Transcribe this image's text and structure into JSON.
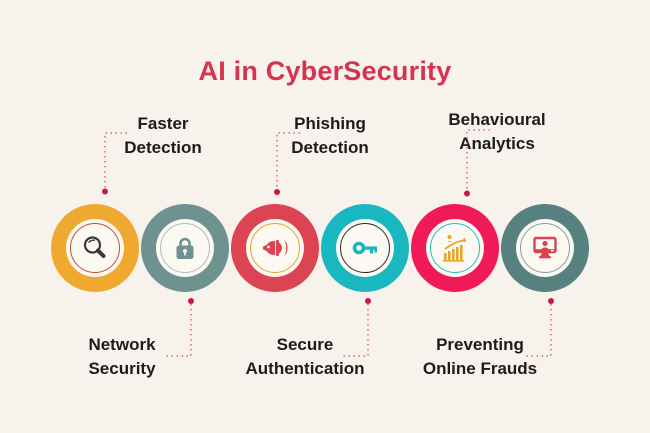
{
  "title": "AI in CyberSecurity",
  "title_color": "#D5344E",
  "background_color": "#F8F2EC",
  "connector_color": "#D96A77",
  "connector_dot_color": "#C8174B",
  "label_text_color": "#1C1C1C",
  "items": [
    {
      "label": "Faster Detection",
      "label_line1": "Faster",
      "label_line2": "Detection",
      "label_position": "top",
      "icon": "magnifier-icon",
      "circle_color": "#EFA930",
      "ring_color": "#C34E2B",
      "icon_color": "#3A3734"
    },
    {
      "label": "Network Security",
      "label_line1": "Network",
      "label_line2": "Security",
      "label_position": "bottom",
      "icon": "lock-icon",
      "circle_color": "#6E9290",
      "ring_color": "#A9BEBC",
      "icon_color": "#6E9290"
    },
    {
      "label": "Phishing Detection",
      "label_line1": "Phishing",
      "label_line2": "Detection",
      "label_position": "top",
      "icon": "fish-icon",
      "circle_color": "#DC4353",
      "ring_color": "#E2A42E",
      "icon_color": "#DC4353"
    },
    {
      "label": "Secure Authentication",
      "label_line1": "Secure",
      "label_line2": "Authentication",
      "label_position": "bottom",
      "icon": "key-icon",
      "circle_color": "#19B7C0",
      "ring_color": "#2B2B2B",
      "icon_color": "#19B7C0"
    },
    {
      "label": "Behavioural Analytics",
      "label_line1": "Behavioural",
      "label_line2": "Analytics",
      "label_position": "top",
      "icon": "growth-chart-icon",
      "circle_color": "#F01A5B",
      "ring_color": "#28BAC2",
      "icon_color": "#E9A52B"
    },
    {
      "label": "Preventing Online Frauds",
      "label_line1": "Preventing",
      "label_line2": "Online Frauds",
      "label_position": "bottom",
      "icon": "monitor-user-icon",
      "circle_color": "#56817E",
      "ring_color": "#7FA09E",
      "icon_color": "#D94452"
    }
  ]
}
